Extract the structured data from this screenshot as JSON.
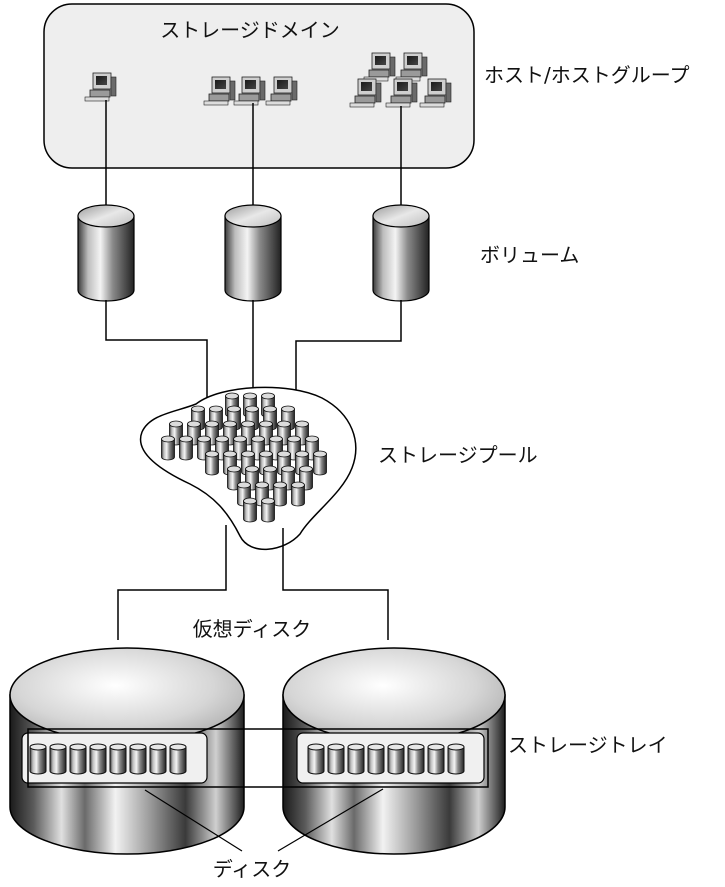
{
  "labels": {
    "storage_domain": "ストレージドメイン",
    "hosts": "ホスト/ホストグループ",
    "volumes": "ボリューム",
    "storage_pool": "ストレージプール",
    "virtual_disk": "仮想ディスク",
    "storage_tray": "ストレージトレイ",
    "disk": "ディスク"
  },
  "colors": {
    "line": "#000000",
    "domain_fill": "#eeeeee",
    "metal_light": "#f2f2f2",
    "metal_dark": "#2a2a2a"
  }
}
